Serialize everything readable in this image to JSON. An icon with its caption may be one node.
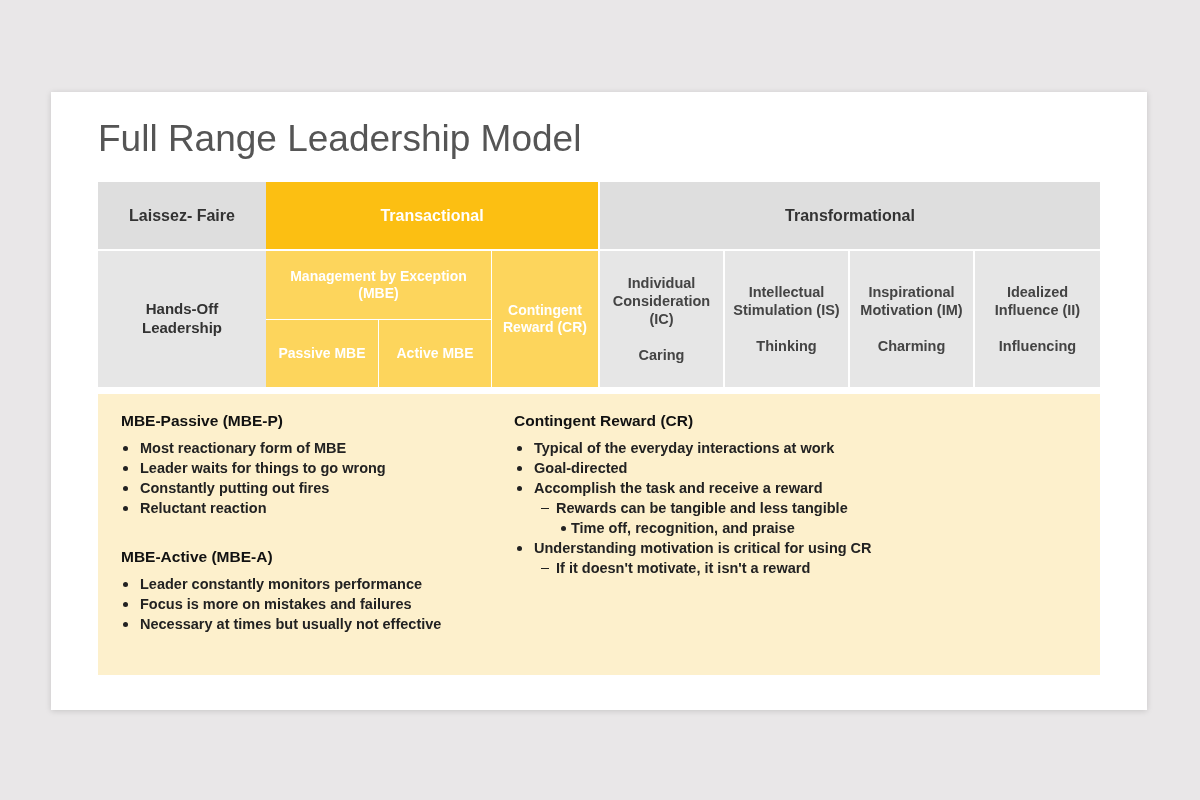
{
  "diagram": {
    "title": "Full Range Leadership Model",
    "nodes": [
      {
        "text": [
          "Laissez- Faire"
        ]
      },
      {
        "text": [
          "Transactional"
        ]
      },
      {
        "text": [
          "Transformational"
        ]
      },
      {
        "text": [
          "Hands-Off Leadership"
        ]
      },
      {
        "text": [
          "Management by Exception (MBE)"
        ]
      },
      {
        "text": [
          "Passive MBE"
        ]
      },
      {
        "text": [
          "Active MBE"
        ]
      },
      {
        "text": [
          "Contingent Reward (CR)"
        ]
      },
      {
        "text": [
          "Individual Consideration (IC)",
          "Caring"
        ]
      },
      {
        "text": [
          "Intellectual Stimulation (IS)",
          "Thinking"
        ]
      },
      {
        "text": [
          "Inspirational Motivation (IM)",
          "Charming"
        ]
      },
      {
        "text": [
          "Idealized Influence (II)",
          "Influencing"
        ]
      },
      {
        "text": [
          "MBE-Passive (MBE-P)",
          "Most reactionary form of MBE",
          "Leader waits for things to go wrong",
          "Constantly putting out fires",
          "Reluctant reaction",
          "MBE-Active (MBE-A)",
          "Leader constantly monitors performance",
          "Focus is more on mistakes and failures",
          "Necessary at times but usually not effective",
          "Contingent Reward (CR)",
          "Typical of the everyday interactions at work",
          "Goal-directed",
          "Accomplish the task and receive a reward",
          "Rewards can be tangible and less tangible",
          "Time off, recognition, and praise",
          "Understanding motivation is critical for using CR",
          "If it doesn't motivate, it isn't a reward"
        ]
      }
    ]
  }
}
